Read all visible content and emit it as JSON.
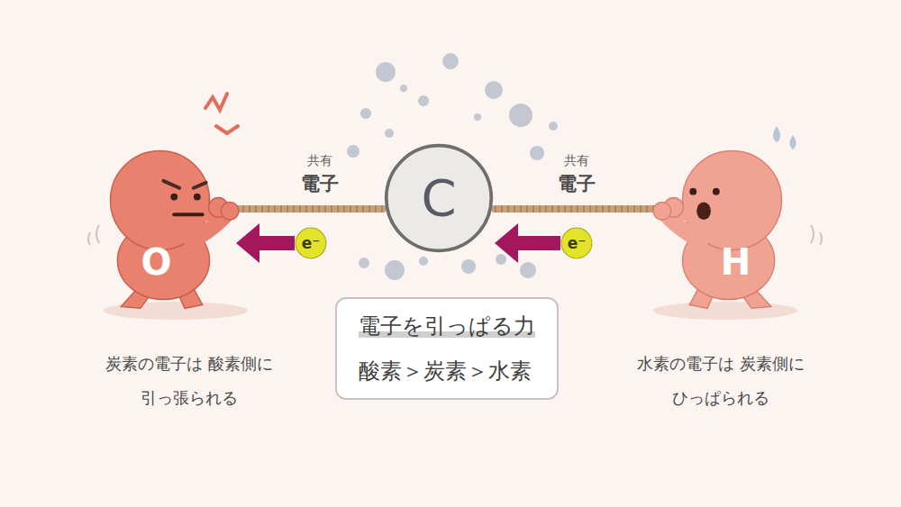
{
  "diagram": {
    "nodes": [
      {
        "text": [
          "O"
        ]
      },
      {
        "text": [
          "e⁻"
        ]
      },
      {
        "text": [
          "C"
        ]
      },
      {
        "text": [
          "e⁻"
        ]
      },
      {
        "text": [
          "H"
        ]
      },
      {
        "text": [
          "電子を引っぱる力",
          "酸素＞炭素＞水素"
        ]
      }
    ],
    "edges": [
      {
        "from": 0,
        "to": 2,
        "arrow": "none"
      },
      {
        "from": 2,
        "to": 4,
        "arrow": "none"
      },
      {
        "from": 1,
        "to": 0,
        "arrow": "to"
      },
      {
        "from": 3,
        "to": 2,
        "arrow": "to"
      }
    ],
    "labels": [
      "共有",
      "電子",
      "共有",
      "電子",
      "炭素の電子は 酸素側に引っ張られる",
      "水素の電子は 炭素側にひっぱられる"
    ]
  }
}
